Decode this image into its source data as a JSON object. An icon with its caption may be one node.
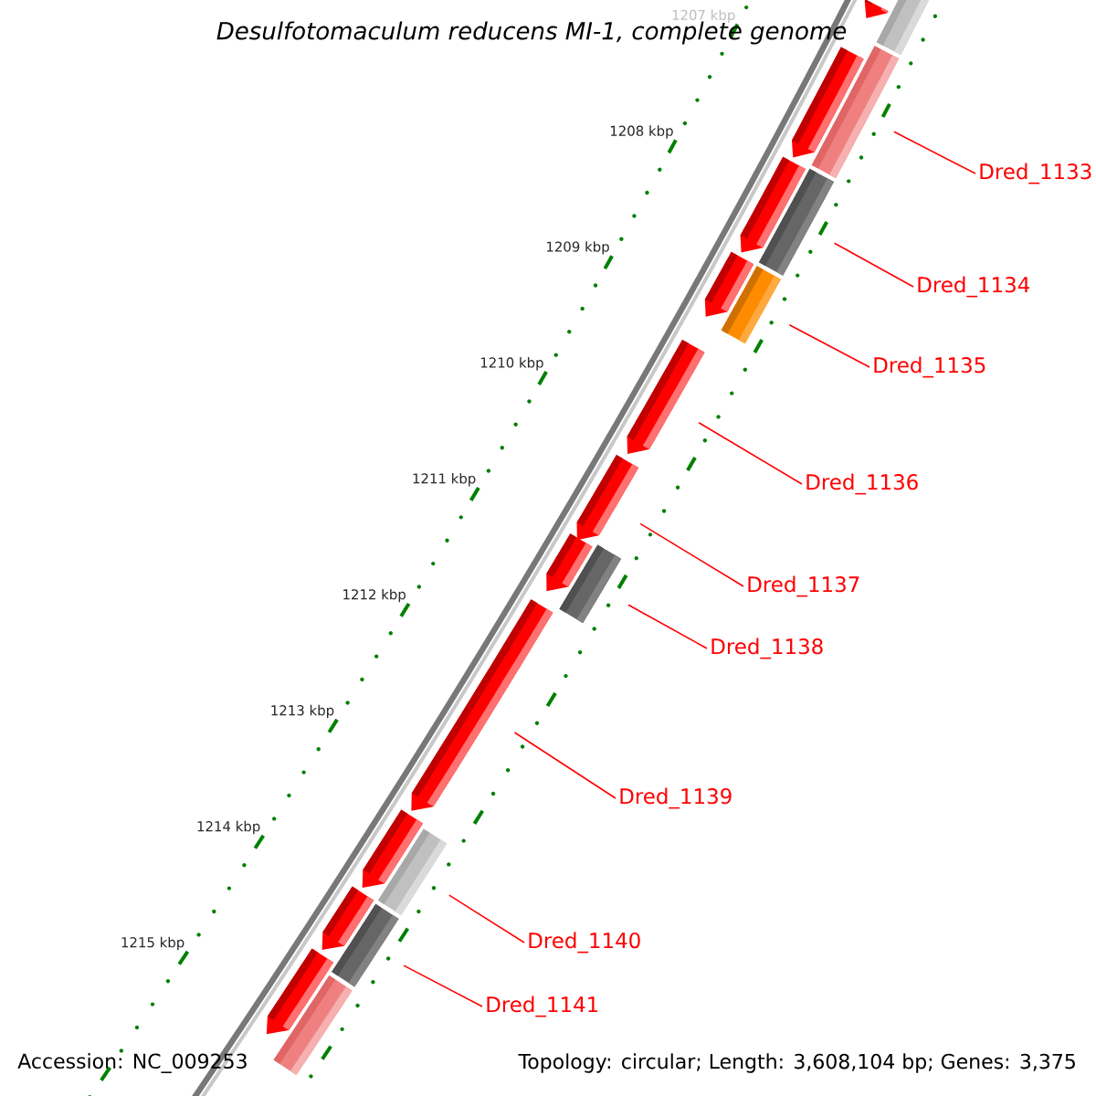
{
  "diagram": {
    "title": "Desulfotomaculum reducens MI-1, complete genome",
    "nodes": [
      {
        "text": [
          "Dred_1133"
        ]
      },
      {
        "text": [
          "Dred_1134"
        ]
      },
      {
        "text": [
          "Dred_1135"
        ]
      },
      {
        "text": [
          "Dred_1136"
        ]
      },
      {
        "text": [
          "Dred_1137"
        ]
      },
      {
        "text": [
          "Dred_1138"
        ]
      },
      {
        "text": [
          "Dred_1139"
        ]
      },
      {
        "text": [
          "Dred_1140"
        ]
      },
      {
        "text": [
          "Dred_1141"
        ]
      },
      {
        "text": [],
        "shape": "pentagon"
      },
      {
        "text": [],
        "shape": "bar"
      },
      {
        "text": [],
        "shape": "bar"
      },
      {
        "text": [],
        "shape": "pentagon"
      },
      {
        "text": [],
        "shape": "bar"
      },
      {
        "text": [],
        "shape": "pentagon"
      },
      {
        "text": [],
        "shape": "pentagon"
      },
      {
        "text": [],
        "shape": "bar"
      },
      {
        "text": [],
        "shape": "pentagon"
      },
      {
        "text": [],
        "shape": "pentagon"
      },
      {
        "text": [],
        "shape": "bar"
      },
      {
        "text": [],
        "shape": "pentagon"
      },
      {
        "text": [],
        "shape": "pentagon"
      },
      {
        "text": [],
        "shape": "pentagon"
      },
      {
        "text": [],
        "shape": "bar"
      },
      {
        "text": [],
        "shape": "pentagon"
      },
      {
        "text": [],
        "shape": "bar"
      },
      {
        "text": [],
        "shape": "pentagon"
      },
      {
        "text": [],
        "shape": "bar"
      }
    ],
    "edges": [
      {
        "from": 0,
        "to": 11,
        "arrow": "none"
      },
      {
        "from": 1,
        "to": 13,
        "arrow": "none"
      },
      {
        "from": 2,
        "to": 16,
        "arrow": "none"
      },
      {
        "from": 3,
        "to": 17,
        "arrow": "none"
      },
      {
        "from": 4,
        "to": 18,
        "arrow": "none"
      },
      {
        "from": 5,
        "to": 19,
        "arrow": "none"
      },
      {
        "from": 6,
        "to": 21,
        "arrow": "none"
      },
      {
        "from": 7,
        "to": 23,
        "arrow": "none"
      },
      {
        "from": 8,
        "to": 25,
        "arrow": "none"
      }
    ],
    "labels": [
      "1207 kbp",
      "1208 kbp",
      "1209 kbp",
      "1210 kbp",
      "1211 kbp",
      "1212 kbp",
      "1213 kbp",
      "1214 kbp",
      "1215 kbp",
      "Accession: NC_009253",
      "Topology: circular; Length: 3,608,104 bp; Genes: 3,375"
    ]
  }
}
